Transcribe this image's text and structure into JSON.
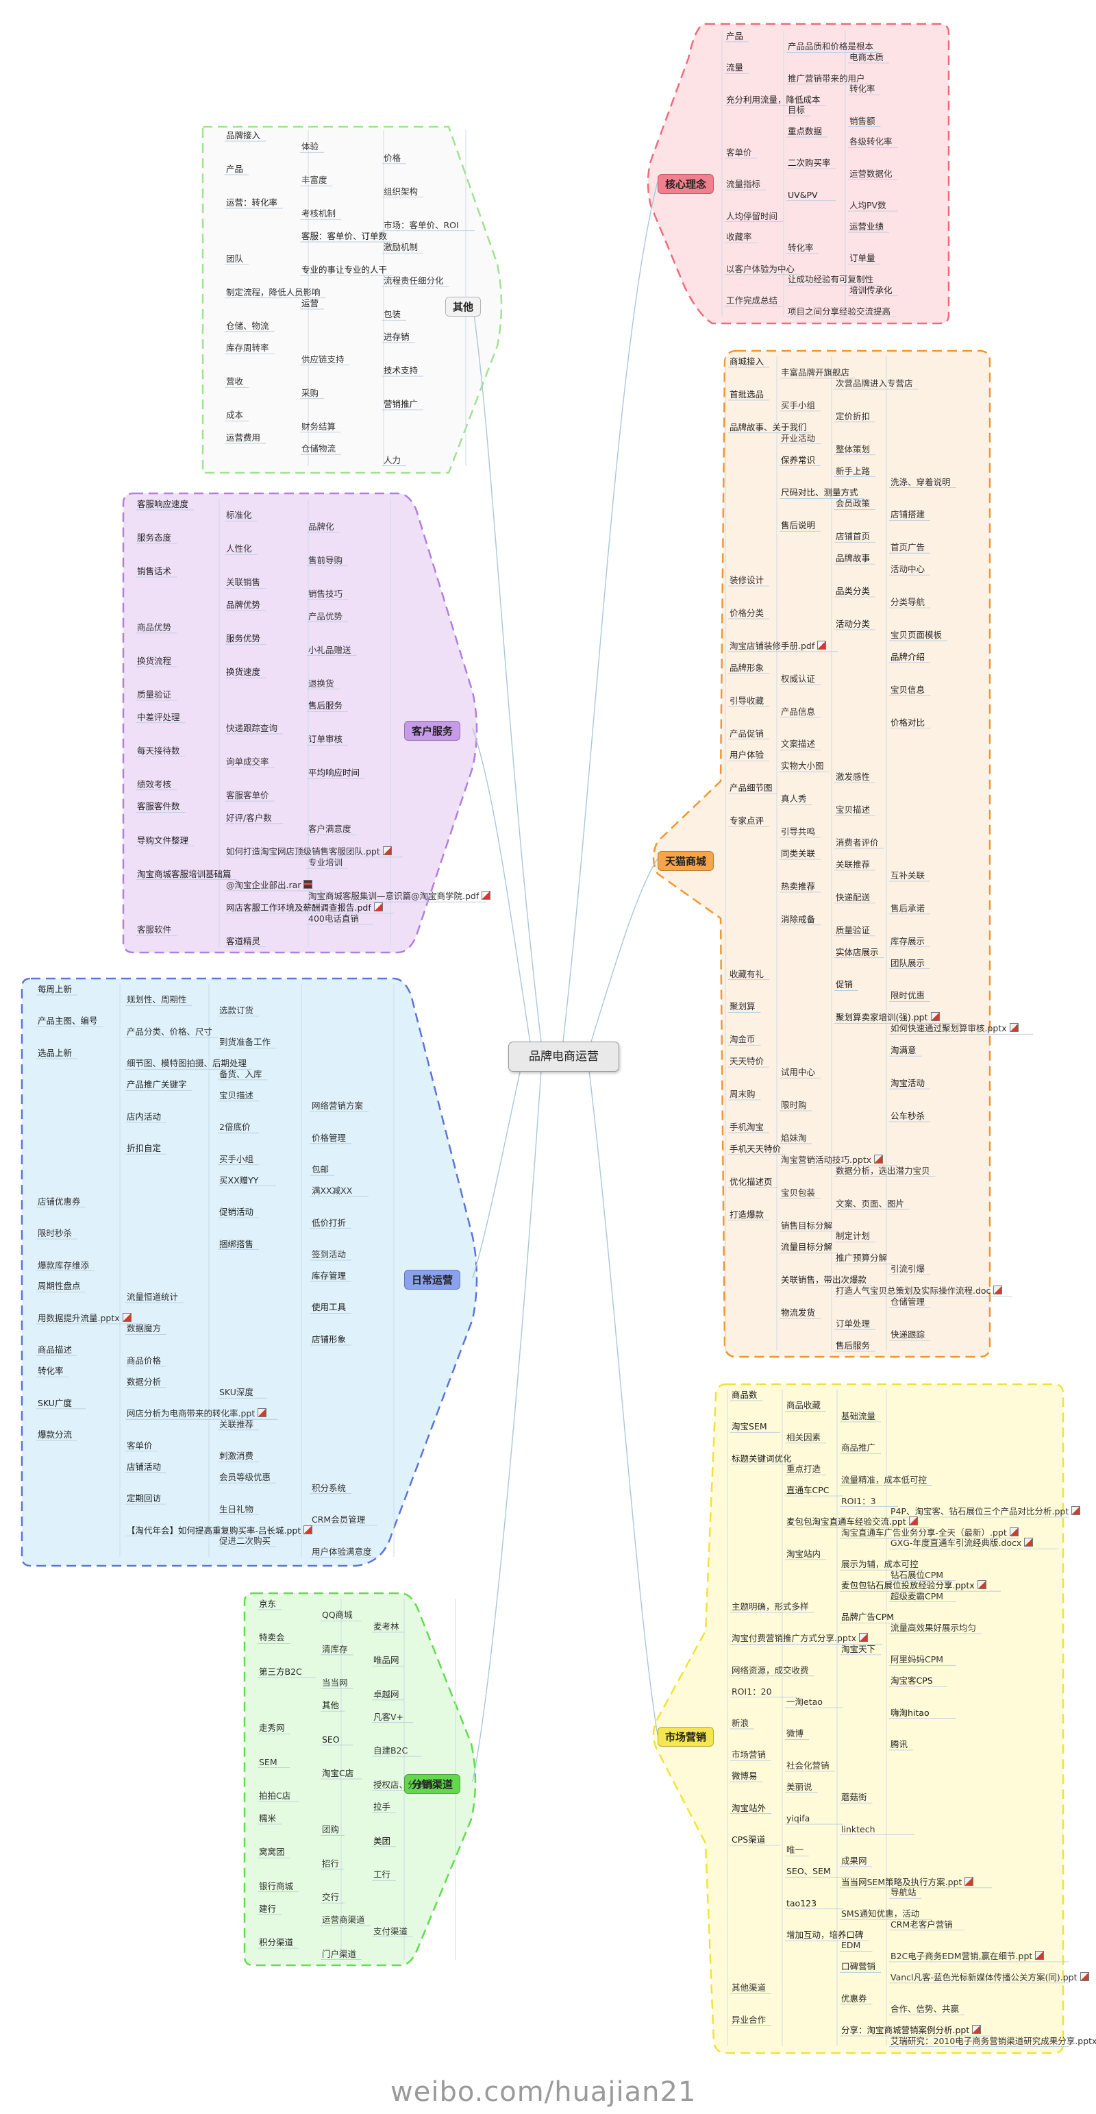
{
  "center": {
    "label": "品牌电商运营"
  },
  "watermark": "weibo.com/huajian21",
  "colors": {
    "hexin": {
      "fill": "#fde3e6",
      "stroke": "#ee6a7a",
      "label_bg": "#f27f8d"
    },
    "qita": {
      "fill": "#fafafa",
      "stroke": "#9fe28f",
      "label_bg": "#f2f2f2"
    },
    "tianmao": {
      "fill": "#fdf1e4",
      "stroke": "#f1962e",
      "label_bg": "#f7a54a"
    },
    "kefu": {
      "fill": "#efe0f8",
      "stroke": "#b07ee0",
      "label_bg": "#c69be8"
    },
    "richang": {
      "fill": "#dff2fb",
      "stroke": "#5a74d8",
      "label_bg": "#8aa2ee"
    },
    "yingxiao": {
      "fill": "#fffbd8",
      "stroke": "#f5e135",
      "label_bg": "#f4e64c"
    },
    "fenxiao": {
      "fill": "#e4fbe1",
      "stroke": "#5fdc4a",
      "label_bg": "#63d84f"
    }
  },
  "branches": {
    "hexin": {
      "label": "核心理念",
      "items": [
        {
          "t": "产品"
        },
        {
          "t": "产品品质和价格是根本"
        },
        {
          "t": "电商本质"
        },
        {
          "t": "流量"
        },
        {
          "t": "推广营销带来的用户"
        },
        {
          "t": "转化率"
        },
        {
          "t": "充分利用流量，降低成本"
        },
        {
          "t": "目标"
        },
        {
          "t": "销售额"
        },
        {
          "t": "重点数据"
        },
        {
          "t": "各级转化率"
        },
        {
          "t": "客单价"
        },
        {
          "t": "二次购买率"
        },
        {
          "t": "运营数据化"
        },
        {
          "t": "流量指标"
        },
        {
          "t": "UV&PV"
        },
        {
          "t": "人均PV数"
        },
        {
          "t": "人均停留时间"
        },
        {
          "t": "运营业绩"
        },
        {
          "t": "收藏率"
        },
        {
          "t": "转化率"
        },
        {
          "t": "订单量"
        },
        {
          "t": "以客户体验为中心"
        },
        {
          "t": "让成功经验有可复制性"
        },
        {
          "t": "培训传承化"
        },
        {
          "t": "工作完成总结"
        },
        {
          "t": "项目之间分享经验交流提高"
        }
      ]
    },
    "qita": {
      "label": "其他",
      "items": [
        {
          "t": "品牌接入"
        },
        {
          "t": "体验"
        },
        {
          "t": "价格"
        },
        {
          "t": "产品"
        },
        {
          "t": "丰富度"
        },
        {
          "t": "组织架构"
        },
        {
          "t": "运营：转化率"
        },
        {
          "t": "考核机制"
        },
        {
          "t": "市场：客单价、ROI"
        },
        {
          "t": "客服：客单价、订单数"
        },
        {
          "t": "激励机制"
        },
        {
          "t": "团队"
        },
        {
          "t": "专业的事让专业的人干"
        },
        {
          "t": "流程责任细分化"
        },
        {
          "t": "制定流程，降低人员影响"
        },
        {
          "t": "运营"
        },
        {
          "t": "包装"
        },
        {
          "t": "仓储、物流"
        },
        {
          "t": "进存销"
        },
        {
          "t": "库存周转率"
        },
        {
          "t": "供应链支持"
        },
        {
          "t": "技术支持"
        },
        {
          "t": "营收"
        },
        {
          "t": "采购"
        },
        {
          "t": "营销推广"
        },
        {
          "t": "成本"
        },
        {
          "t": "财务结算"
        },
        {
          "t": "运营费用"
        },
        {
          "t": "仓储物流"
        },
        {
          "t": "人力"
        }
      ]
    },
    "tianmao": {
      "label": "天猫商城",
      "items": [
        {
          "t": "商城接入"
        },
        {
          "t": "丰富品牌开旗舰店"
        },
        {
          "t": "次营品牌进入专营店"
        },
        {
          "t": "首批选品"
        },
        {
          "t": "买手小组"
        },
        {
          "t": "定价折扣"
        },
        {
          "t": "品牌故事、关于我们"
        },
        {
          "t": "开业活动"
        },
        {
          "t": "整体策划"
        },
        {
          "t": "保养常识"
        },
        {
          "t": "新手上路"
        },
        {
          "t": "洗涤、穿着说明"
        },
        {
          "t": "尺码对比、测量方式"
        },
        {
          "t": "会员政策"
        },
        {
          "t": "店铺搭建"
        },
        {
          "t": "售后说明"
        },
        {
          "t": "店铺首页"
        },
        {
          "t": "首页广告"
        },
        {
          "t": "品牌故事"
        },
        {
          "t": "活动中心"
        },
        {
          "t": "装修设计"
        },
        {
          "t": "品类分类"
        },
        {
          "t": "分类导航"
        },
        {
          "t": "价格分类"
        },
        {
          "t": "活动分类"
        },
        {
          "t": "宝贝页面模板"
        },
        {
          "t": "淘宝店铺装修手册.pdf"
        },
        {
          "t": "品牌介绍"
        },
        {
          "t": "品牌形象"
        },
        {
          "t": "权威认证"
        },
        {
          "t": "宝贝信息"
        },
        {
          "t": "引导收藏"
        },
        {
          "t": "产品信息"
        },
        {
          "t": "价格对比"
        },
        {
          "t": "产品促销"
        },
        {
          "t": "文案描述"
        },
        {
          "t": "用户体验"
        },
        {
          "t": "实物大小图"
        },
        {
          "t": "激发感性"
        },
        {
          "t": "产品细节图"
        },
        {
          "t": "真人秀"
        },
        {
          "t": "宝贝描述"
        },
        {
          "t": "专家点评"
        },
        {
          "t": "引导共鸣"
        },
        {
          "t": "消费者评价"
        },
        {
          "t": "同类关联"
        },
        {
          "t": "关联推荐"
        },
        {
          "t": "互补关联"
        },
        {
          "t": "热卖推荐"
        },
        {
          "t": "快递配送"
        },
        {
          "t": "售后承诺"
        },
        {
          "t": "消除戒备"
        },
        {
          "t": "质量验证"
        },
        {
          "t": "库存展示"
        },
        {
          "t": "实体店展示"
        },
        {
          "t": "团队展示"
        },
        {
          "t": "收藏有礼"
        },
        {
          "t": "促销"
        },
        {
          "t": "限时优惠"
        },
        {
          "t": "聚划算"
        },
        {
          "t": "聚划算卖家培训(强).ppt"
        },
        {
          "t": "如何快速通过聚划算审核.pptx"
        },
        {
          "t": "淘金币"
        },
        {
          "t": "淘满意"
        },
        {
          "t": "天天特价"
        },
        {
          "t": "试用中心"
        },
        {
          "t": "淘宝活动"
        },
        {
          "t": "周末购"
        },
        {
          "t": "限时购"
        },
        {
          "t": "公车秒杀"
        },
        {
          "t": "手机淘宝"
        },
        {
          "t": "焰妹淘"
        },
        {
          "t": "手机天天特价"
        },
        {
          "t": "淘宝营销活动技巧.pptx"
        },
        {
          "t": "数据分析，选出潜力宝贝"
        },
        {
          "t": "优化描述页"
        },
        {
          "t": "宝贝包装"
        },
        {
          "t": "文案、页面、图片"
        },
        {
          "t": "打造爆款"
        },
        {
          "t": "销售目标分解"
        },
        {
          "t": "制定计划"
        },
        {
          "t": "流量目标分解"
        },
        {
          "t": "推广预算分解"
        },
        {
          "t": "引流引爆"
        },
        {
          "t": "关联销售，带出次爆款"
        },
        {
          "t": "打造人气宝贝总策划及实际操作流程.doc"
        },
        {
          "t": "仓储管理"
        },
        {
          "t": "物流发货"
        },
        {
          "t": "订单处理"
        },
        {
          "t": "快递跟踪"
        },
        {
          "t": "售后服务"
        }
      ]
    },
    "kefu": {
      "label": "客户服务",
      "items": [
        {
          "t": "客服响应速度"
        },
        {
          "t": "标准化"
        },
        {
          "t": "品牌化"
        },
        {
          "t": "服务态度"
        },
        {
          "t": "人性化"
        },
        {
          "t": "售前导购"
        },
        {
          "t": "销售话术"
        },
        {
          "t": "关联销售"
        },
        {
          "t": "销售技巧"
        },
        {
          "t": "品牌优势"
        },
        {
          "t": "产品优势"
        },
        {
          "t": "商品优势"
        },
        {
          "t": "服务优势"
        },
        {
          "t": "小礼品赠送"
        },
        {
          "t": "换货流程"
        },
        {
          "t": "换货速度"
        },
        {
          "t": "退换货"
        },
        {
          "t": "质量验证"
        },
        {
          "t": "售后服务"
        },
        {
          "t": "中差评处理"
        },
        {
          "t": "快递跟踪查询"
        },
        {
          "t": "订单审核"
        },
        {
          "t": "每天接待数"
        },
        {
          "t": "询单成交率"
        },
        {
          "t": "平均响应时间"
        },
        {
          "t": "绩效考核"
        },
        {
          "t": "客服客单价"
        },
        {
          "t": "客服客件数"
        },
        {
          "t": "好评/客户数"
        },
        {
          "t": "客户满意度"
        },
        {
          "t": "导购文件整理"
        },
        {
          "t": "如何打造淘宝网店顶级销售客服团队.ppt"
        },
        {
          "t": "专业培训"
        },
        {
          "t": "淘宝商城客服培训基础篇"
        },
        {
          "t": "@淘宝企业部出.rar"
        },
        {
          "t": "淘宝商城客服集训—意识篇@淘宝商学院.pdf"
        },
        {
          "t": "网店客服工作环境及薪酬调查报告.pdf"
        },
        {
          "t": "400电话直销"
        },
        {
          "t": "客服软件"
        },
        {
          "t": "客道精灵"
        }
      ]
    },
    "richang": {
      "label": "日常运营",
      "items": [
        {
          "t": "每周上新"
        },
        {
          "t": "规划性、周期性"
        },
        {
          "t": "选款订货"
        },
        {
          "t": "产品主图、编号"
        },
        {
          "t": "产品分类、价格、尺寸"
        },
        {
          "t": "到货准备工作"
        },
        {
          "t": "选品上新"
        },
        {
          "t": "细节图、模特图拍摄、后期处理"
        },
        {
          "t": "备货、入库"
        },
        {
          "t": "产品推广关键字"
        },
        {
          "t": "宝贝描述"
        },
        {
          "t": "网络营销方案"
        },
        {
          "t": "店内活动"
        },
        {
          "t": "2倍底价"
        },
        {
          "t": "价格管理"
        },
        {
          "t": "折扣自定"
        },
        {
          "t": "买手小组"
        },
        {
          "t": "包邮"
        },
        {
          "t": "买XX赠YY"
        },
        {
          "t": "满XX减XX"
        },
        {
          "t": "店铺优惠券"
        },
        {
          "t": "促销活动"
        },
        {
          "t": "低价打折"
        },
        {
          "t": "限时秒杀"
        },
        {
          "t": "捆绑搭售"
        },
        {
          "t": "签到活动"
        },
        {
          "t": "爆款库存维添"
        },
        {
          "t": "库存管理"
        },
        {
          "t": "周期性盘点"
        },
        {
          "t": "流量恒道统计"
        },
        {
          "t": "使用工具"
        },
        {
          "t": "用数据提升流量.pptx"
        },
        {
          "t": "数据魔方"
        },
        {
          "t": "店铺形象"
        },
        {
          "t": "商品描述"
        },
        {
          "t": "商品价格"
        },
        {
          "t": "转化率"
        },
        {
          "t": "数据分析"
        },
        {
          "t": "SKU深度"
        },
        {
          "t": "SKU广度"
        },
        {
          "t": "网店分析为电商带来的转化率.ppt"
        },
        {
          "t": "关联推荐"
        },
        {
          "t": "爆款分流"
        },
        {
          "t": "客单价"
        },
        {
          "t": "刺激消费"
        },
        {
          "t": "店铺活动"
        },
        {
          "t": "会员等级优惠"
        },
        {
          "t": "积分系统"
        },
        {
          "t": "定期回访"
        },
        {
          "t": "生日礼物"
        },
        {
          "t": "CRM会员管理"
        },
        {
          "t": "【淘代年会】如何提高重复购买率-吕长城.ppt"
        },
        {
          "t": "促进二次购买"
        },
        {
          "t": "用户体验满意度"
        }
      ]
    },
    "yingxiao": {
      "label": "市场营销",
      "items": [
        {
          "t": "商品数"
        },
        {
          "t": "商品收藏"
        },
        {
          "t": "基础流量"
        },
        {
          "t": "淘宝SEM"
        },
        {
          "t": "相关因素"
        },
        {
          "t": "商品推广"
        },
        {
          "t": "标题关键词优化"
        },
        {
          "t": "重点打造"
        },
        {
          "t": "流量精准，成本低可控"
        },
        {
          "t": "直通车CPC"
        },
        {
          "t": "ROI1：3"
        },
        {
          "t": "P4P、淘宝客、钻石展位三个产品对比分析.ppt"
        },
        {
          "t": "麦包包淘宝直通车经验交流.ppt"
        },
        {
          "t": "淘宝直通车广告业务分享-全天（最新）.ppt"
        },
        {
          "t": "GXG-年度直通车引流经典版.docx"
        },
        {
          "t": "淘宝站内"
        },
        {
          "t": "展示为辅，成本可控"
        },
        {
          "t": "钻石展位CPM"
        },
        {
          "t": "麦包包钻石展位投放经验分享.pptx"
        },
        {
          "t": "超级麦霸CPM"
        },
        {
          "t": "主题明确，形式多样"
        },
        {
          "t": "品牌广告CPM"
        },
        {
          "t": "流量高效果好展示均匀"
        },
        {
          "t": "淘宝付费营销推广方式分享.pptx"
        },
        {
          "t": "淘宝天下"
        },
        {
          "t": "阿里妈妈CPM"
        },
        {
          "t": "网络资源，成交收费"
        },
        {
          "t": "淘宝客CPS"
        },
        {
          "t": "ROI1：20"
        },
        {
          "t": "一淘etao"
        },
        {
          "t": "嗨淘hitao"
        },
        {
          "t": "新浪"
        },
        {
          "t": "微博"
        },
        {
          "t": "腾讯"
        },
        {
          "t": "市场营销"
        },
        {
          "t": "社会化营销"
        },
        {
          "t": "微博易"
        },
        {
          "t": "美丽说"
        },
        {
          "t": "蘑菇街"
        },
        {
          "t": "淘宝站外"
        },
        {
          "t": "yiqifa"
        },
        {
          "t": "linktech"
        },
        {
          "t": "CPS渠道"
        },
        {
          "t": "唯一"
        },
        {
          "t": "成果网"
        },
        {
          "t": "SEO、SEM"
        },
        {
          "t": "当当网SEM策略及执行方案.ppt"
        },
        {
          "t": "导航站"
        },
        {
          "t": "tao123"
        },
        {
          "t": "SMS通知优惠，活动"
        },
        {
          "t": "CRM老客户营销"
        },
        {
          "t": "增加互动，培养口碑"
        },
        {
          "t": "EDM"
        },
        {
          "t": "B2C电子商务EDM营销,赢在细节.ppt"
        },
        {
          "t": "口碑营销"
        },
        {
          "t": "Vancl凡客-蓝色光标新媒体传播公关方案(同).ppt"
        },
        {
          "t": "其他渠道"
        },
        {
          "t": "优惠券"
        },
        {
          "t": "合作、信势、共赢"
        },
        {
          "t": "异业合作"
        },
        {
          "t": "分享：淘宝商城营销案例分析.ppt"
        },
        {
          "t": "艾瑞研究：2010电子商务营销渠道研究成果分享.pptx"
        }
      ]
    },
    "fenxiao": {
      "label": "分销渠道",
      "items": [
        {
          "t": "京东"
        },
        {
          "t": "QQ商城"
        },
        {
          "t": "麦考林"
        },
        {
          "t": "特卖会"
        },
        {
          "t": "清库存"
        },
        {
          "t": "唯品网"
        },
        {
          "t": "第三方B2C"
        },
        {
          "t": "当当网"
        },
        {
          "t": "卓越网"
        },
        {
          "t": "其他"
        },
        {
          "t": "凡客V+"
        },
        {
          "t": "走秀网"
        },
        {
          "t": "SEO"
        },
        {
          "t": "自建B2C"
        },
        {
          "t": "SEM"
        },
        {
          "t": "淘宝C店"
        },
        {
          "t": "授权店、分销商"
        },
        {
          "t": "拍拍C店"
        },
        {
          "t": "拉手"
        },
        {
          "t": "糯米"
        },
        {
          "t": "团购"
        },
        {
          "t": "美团"
        },
        {
          "t": "窝窝团"
        },
        {
          "t": "招行"
        },
        {
          "t": "工行"
        },
        {
          "t": "银行商城"
        },
        {
          "t": "交行"
        },
        {
          "t": "建行"
        },
        {
          "t": "运营商渠道"
        },
        {
          "t": "支付渠道"
        },
        {
          "t": "积分渠道"
        },
        {
          "t": "门户渠道"
        }
      ]
    }
  }
}
